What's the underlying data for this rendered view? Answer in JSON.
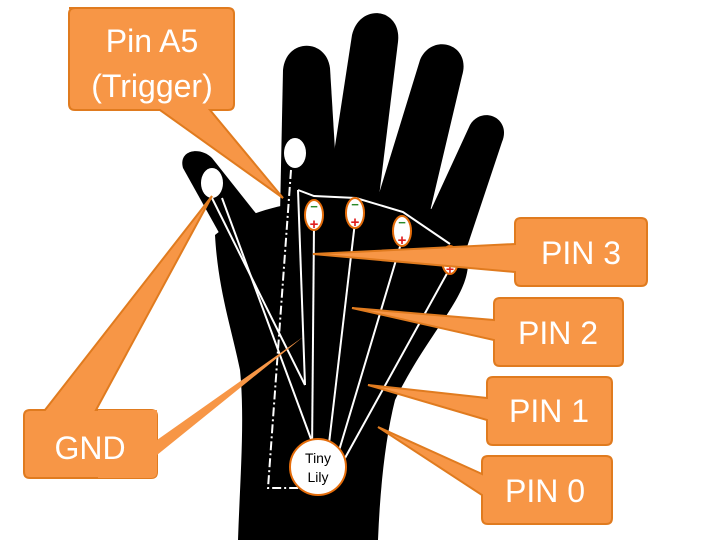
{
  "colors": {
    "callout_fill": "#F79646",
    "callout_stroke": "#E07B1F",
    "callout_text": "#ffffff",
    "hand": "#000000",
    "wire": "#ffffff",
    "led_ring": "#E46C0A",
    "plus": "#E02020",
    "minus": "#2A8A2A"
  },
  "labels": {
    "pin_a5_line1": "Pin A5",
    "pin_a5_line2": "(Trigger)",
    "gnd": "GND",
    "pin3": "PIN 3",
    "pin2": "PIN 2",
    "pin1": "PIN 1",
    "pin0": "PIN 0"
  },
  "board": {
    "line1": "Tiny",
    "line2": "Lily"
  },
  "leds": [
    {
      "minus": "−",
      "plus": "+"
    },
    {
      "minus": "−",
      "plus": "+"
    },
    {
      "minus": "−",
      "plus": "+"
    },
    {
      "minus": "−",
      "plus": "+"
    }
  ]
}
